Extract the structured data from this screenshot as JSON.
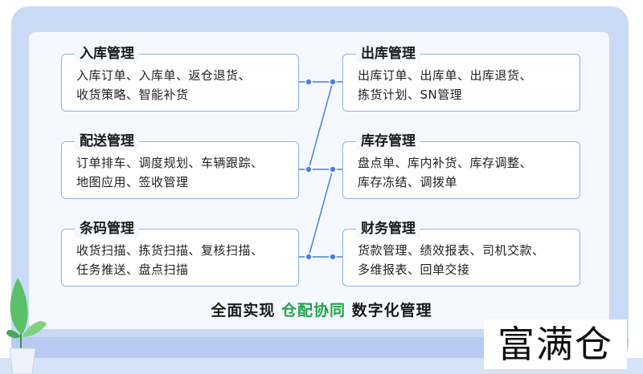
{
  "cards": {
    "inbound": {
      "title": "入库管理",
      "body": "入库订单、入库单、返仓退货、\n收货策略、智能补货"
    },
    "delivery": {
      "title": "配送管理",
      "body": "订单排车、调度规划、车辆跟踪、\n地图应用、签收管理"
    },
    "barcode": {
      "title": "条码管理",
      "body": "收货扫描、拣货扫描、复核扫描、\n任务推送、盘点扫描"
    },
    "outbound": {
      "title": "出库管理",
      "body": "出库订单、出库单、出库退货、\n拣货计划、SN管理"
    },
    "inventory": {
      "title": "库存管理",
      "body": "盘点单、库内补货、库存调整、\n库存冻结、调拨单"
    },
    "finance": {
      "title": "财务管理",
      "body": "货款管理、绩效报表、司机交款、\n多维报表、回单交接"
    }
  },
  "slogan": {
    "prefix": "全面实现",
    "highlight": "仓配协同",
    "suffix": "数字化管理"
  },
  "brand": "富满仓",
  "colors": {
    "frame": "#c9d9f6",
    "card_border": "#8fb0e6",
    "connector": "#4d7fe0",
    "highlight": "#22a24a"
  }
}
